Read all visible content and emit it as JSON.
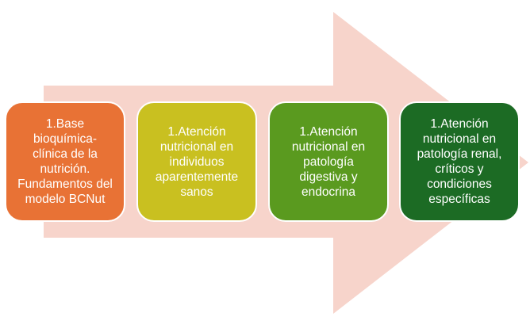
{
  "diagram": {
    "arrow_color": "#f7d4cb",
    "steps": [
      {
        "label": "1.Base\nbioquímica-\nclínica de la\nnutrición.\nFundamentos del\nmodelo BCNut",
        "color": "#e87235",
        "align": "top"
      },
      {
        "label": "1.Atención\nnutricional en\nindividuos\naparentemente\nsanos",
        "color": "#c9c020"
      },
      {
        "label": "1.Atención\nnutricional en\npatología\ndigestiva y\nendocrina",
        "color": "#5a9a1f"
      },
      {
        "label": "1.Atención\nnutricional en\npatología renal,\ncríticos y\ncondiciones\nespecíficas",
        "color": "#1c6b24"
      }
    ]
  }
}
